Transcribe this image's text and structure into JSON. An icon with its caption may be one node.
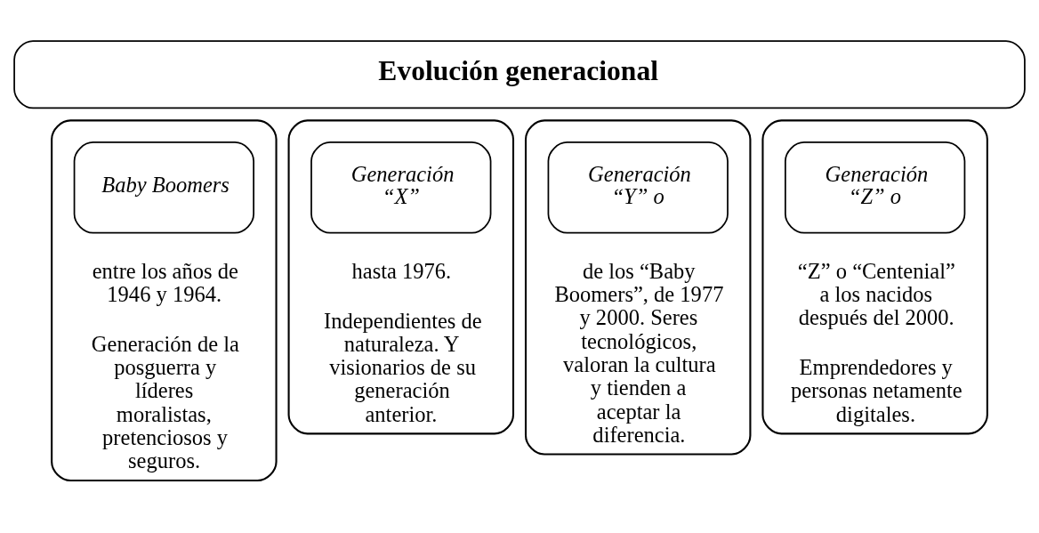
{
  "diagram": {
    "nodes": [
      {
        "text": [
          "Evolución generacional"
        ]
      },
      {
        "text": [
          "entre los años de 1946 y 1964.",
          "Generación de la posguerra y líderes moralistas, pretenciosos y seguros."
        ]
      },
      {
        "text": [
          "Baby Boomers"
        ],
        "in": 1
      },
      {
        "text": [
          "hasta 1976.",
          "Independientes de naturaleza. Y visionarios de su generación anterior."
        ]
      },
      {
        "text": [
          "Generación “X”"
        ],
        "in": 3
      },
      {
        "text": [
          "de los “Baby Boomers”, de 1977 y 2000. Seres tecnológicos, valoran la cultura y tienden a aceptar la diferencia."
        ]
      },
      {
        "text": [
          "Generación “Y” o"
        ],
        "in": 5
      },
      {
        "text": [
          "“Z” o “Centenial” a los nacidos después del 2000.",
          "Emprendedores y personas netamente digitales."
        ]
      },
      {
        "text": [
          "Generación “Z” o"
        ],
        "in": 7
      }
    ],
    "edges": []
  }
}
